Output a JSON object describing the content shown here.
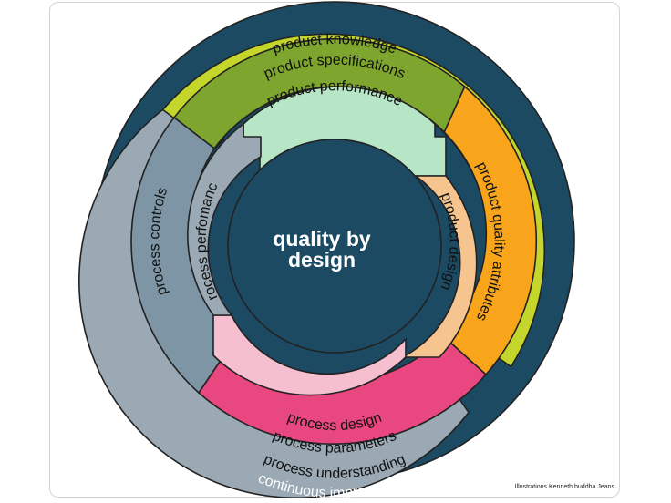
{
  "center": {
    "line1": "quality by",
    "line2": "design"
  },
  "rings": {
    "continuous_improvement": "continuous improvement",
    "process_understanding": "process understanding",
    "process_parameters": "process parameters",
    "process_design": "process design",
    "product_design": "product design",
    "product_quality_attributes": "product quality attributes",
    "product_knowledge": "product knowledge",
    "product_specifications": "product specifications",
    "product_performance": "product performance",
    "process_controls": "process controls",
    "process_performance": "process perfomance"
  },
  "credit": "Illustrations Kenneth buddha Jeans",
  "colors": {
    "navy": "#1c4a63",
    "grey_blue": "#9aa9b4",
    "pink": "#e9477f",
    "light_pink": "#f5bfd0",
    "orange": "#f8a51c",
    "peach": "#f6c48f",
    "lime": "#c4d62c",
    "olive": "#7ea52d",
    "mint": "#b6e6c6",
    "slate": "#7d95a5"
  }
}
